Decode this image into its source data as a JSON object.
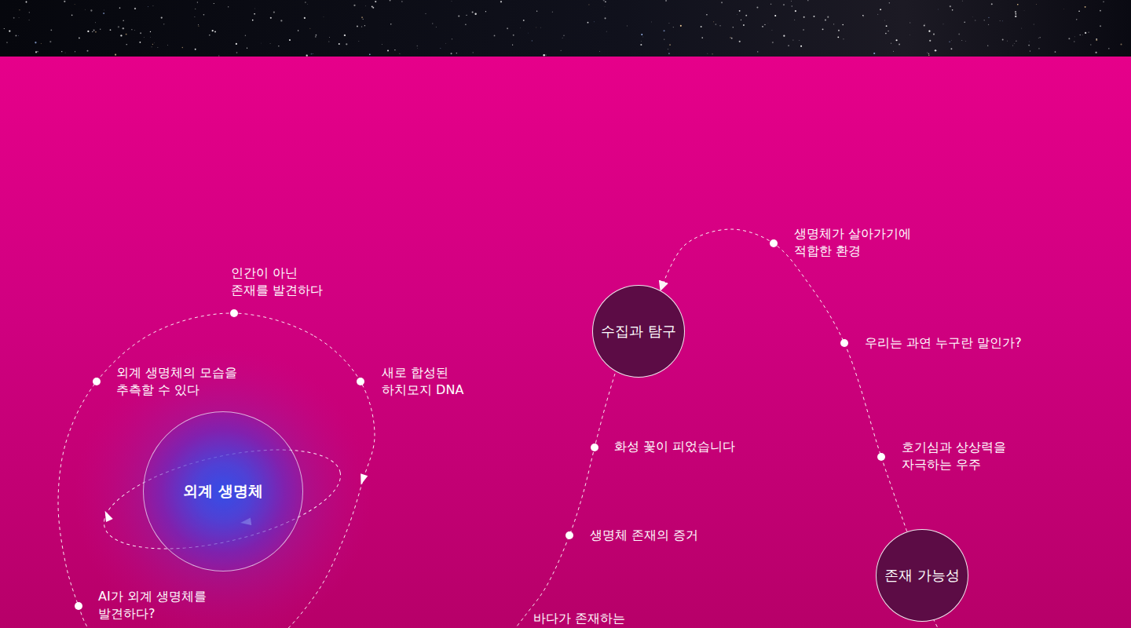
{
  "diagram": {
    "nodes": [
      {
        "text": [
          "외계 생명체"
        ]
      },
      {
        "text": [
          "수집과 탐구"
        ]
      },
      {
        "text": [
          "존재 가능성"
        ]
      }
    ],
    "edges": [
      {
        "from": 2,
        "to": 1,
        "arrow": "to"
      }
    ],
    "labels": [
      "인간이 아닌 존재를 발견하다",
      "외계 생명체의 모습을 추측할 수 있다",
      "새로 합성된 하치모지 DNA",
      "AI가 외계 생명체를 발견하다?",
      "생명체가 살아가기에 적합한 환경",
      "우리는 과연 누구란 말인가?",
      "호기심과 상상력을 자극하는 우주",
      "화성 꽃이 피었습니다",
      "생명체 존재의 증거",
      "바다가 존재하는"
    ]
  }
}
